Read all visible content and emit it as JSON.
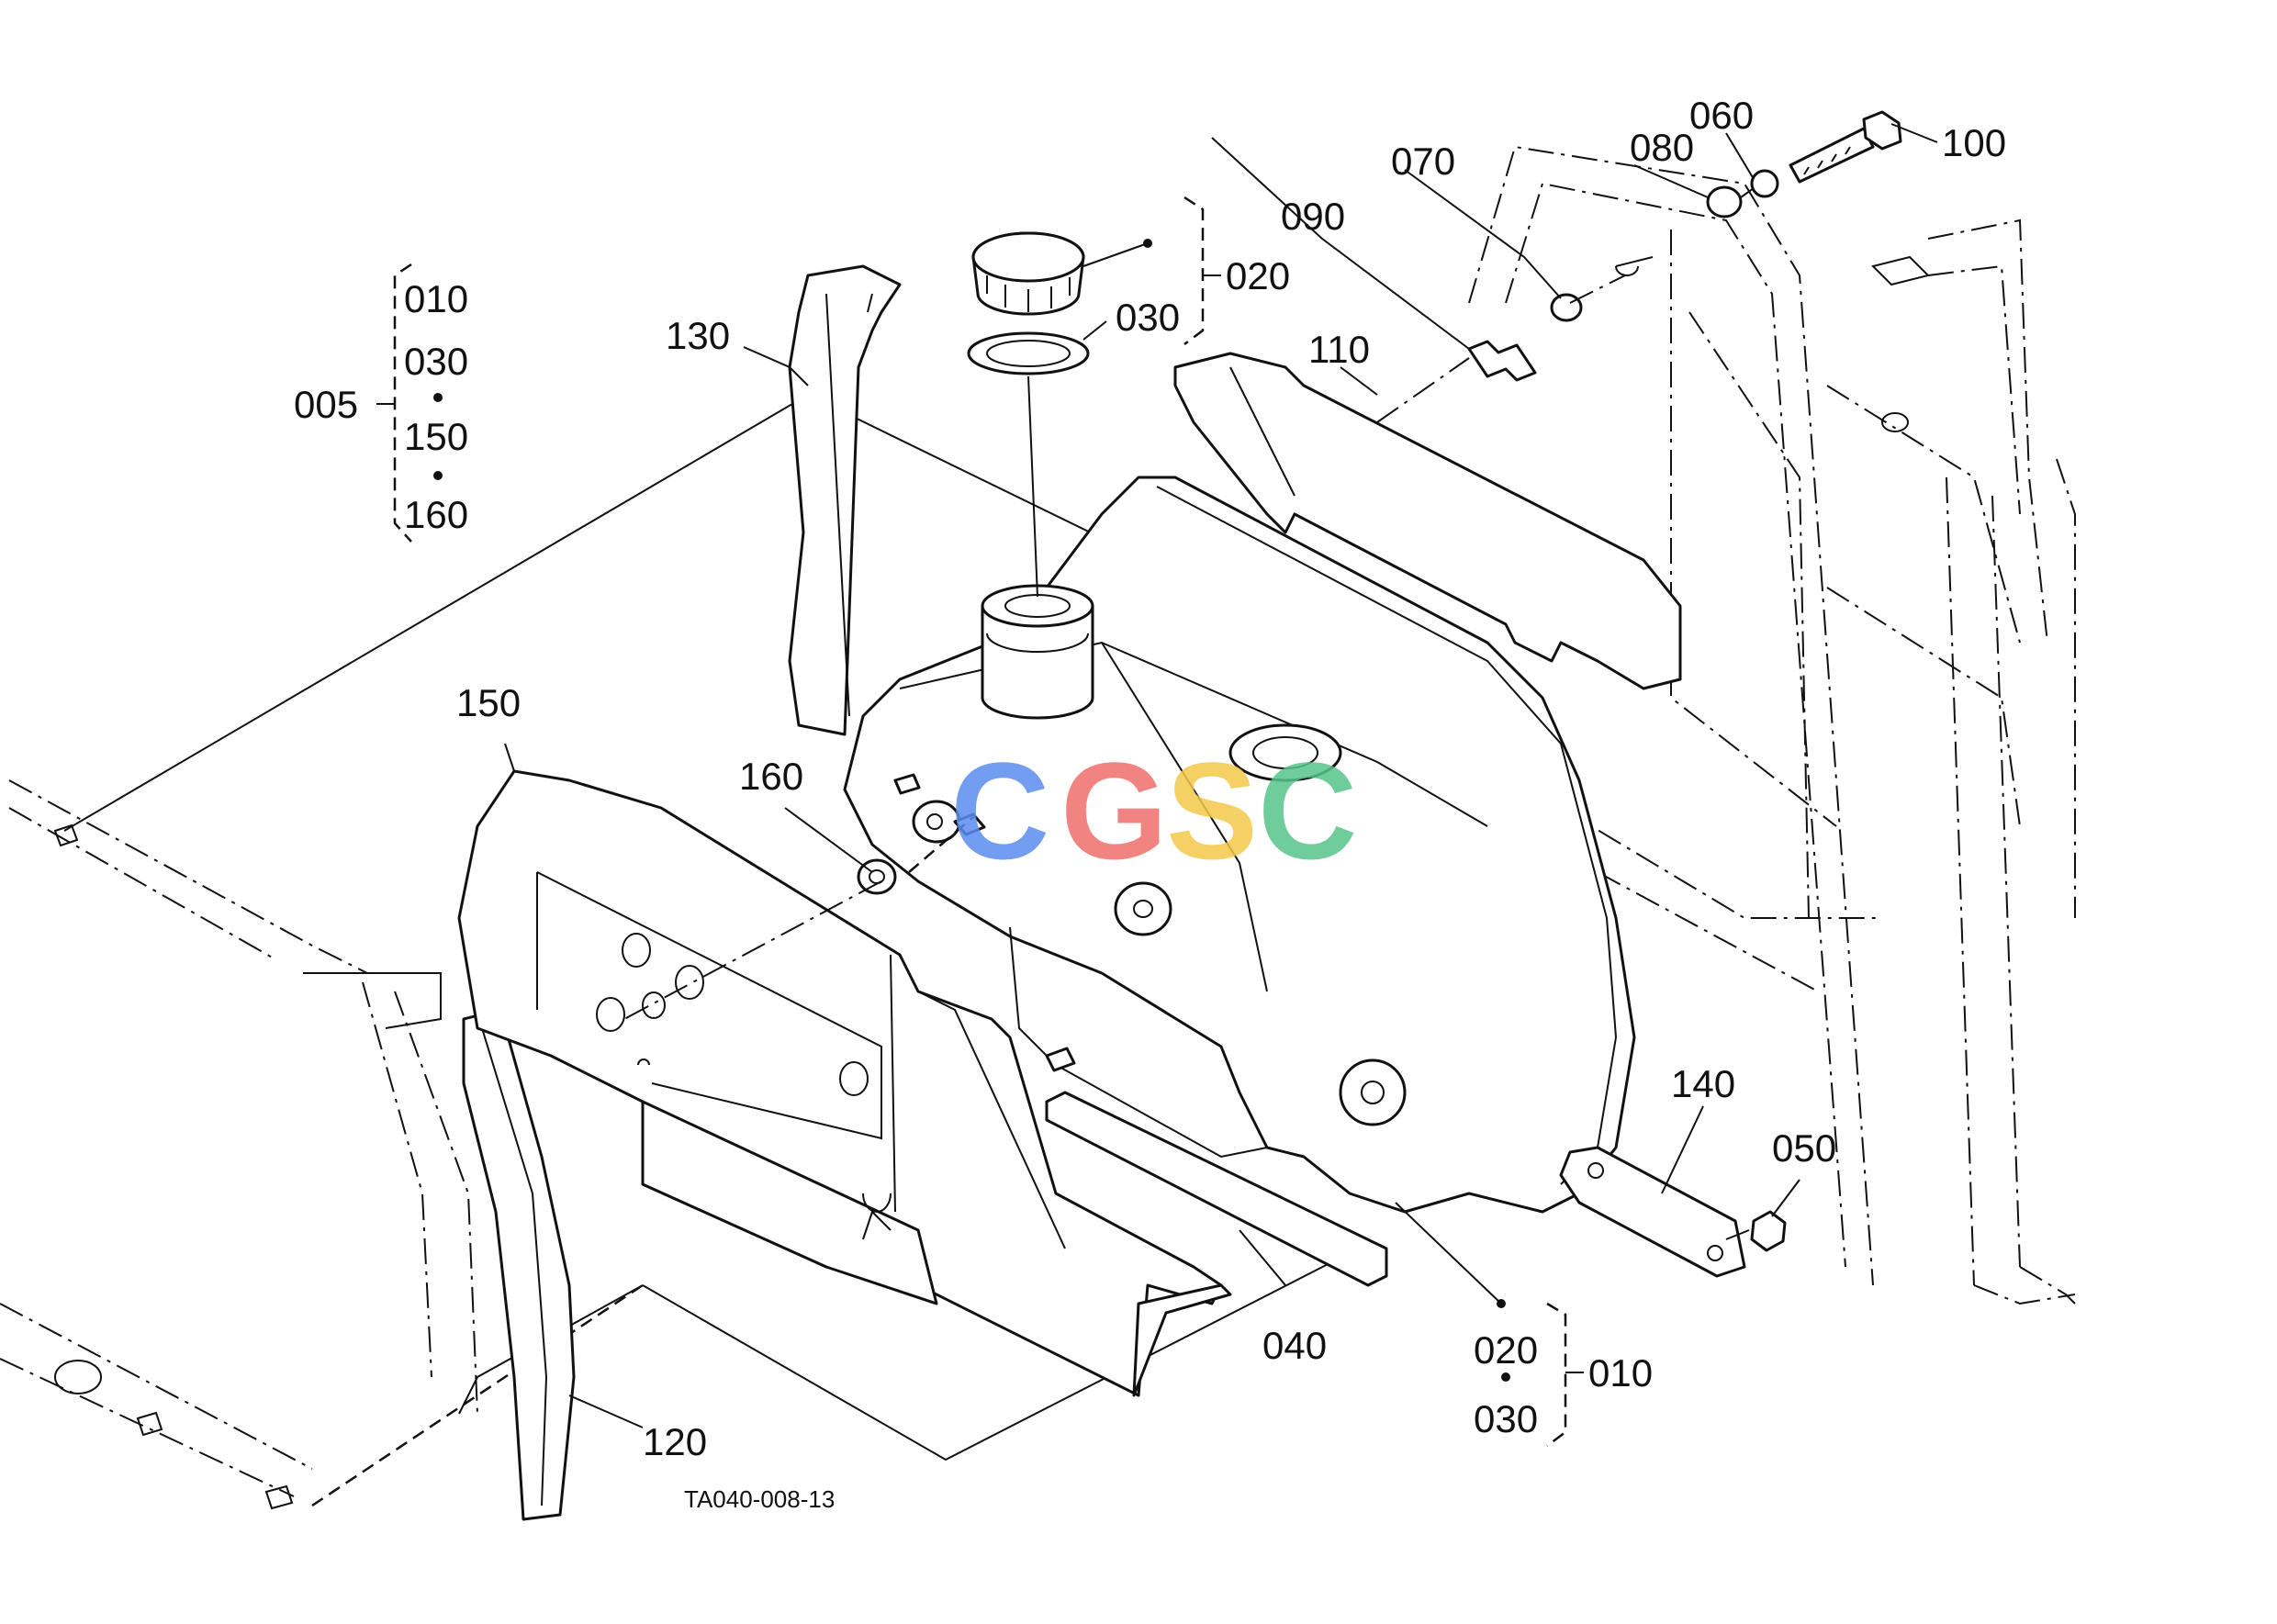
{
  "diagram": {
    "drawing_code": "TA040-008-13",
    "part_labels": {
      "p005": "005",
      "p010": "010",
      "p020": "020",
      "p030": "030",
      "p040": "040",
      "p050": "050",
      "p060": "060",
      "p070": "070",
      "p080": "080",
      "p090": "090",
      "p100": "100",
      "p110": "110",
      "p120": "120",
      "p130": "130",
      "p140": "140",
      "p150": "150",
      "p160": "160"
    },
    "kit_005": [
      "010",
      "030",
      "150",
      "160"
    ],
    "kit_010": [
      "020",
      "030"
    ],
    "kit_cap": [
      "020",
      "030"
    ]
  },
  "watermark": {
    "letters": [
      "C",
      "G",
      "S",
      "C"
    ],
    "colors": [
      "#5b8def",
      "#ef6f6a",
      "#f3c84b",
      "#57c58b"
    ]
  }
}
